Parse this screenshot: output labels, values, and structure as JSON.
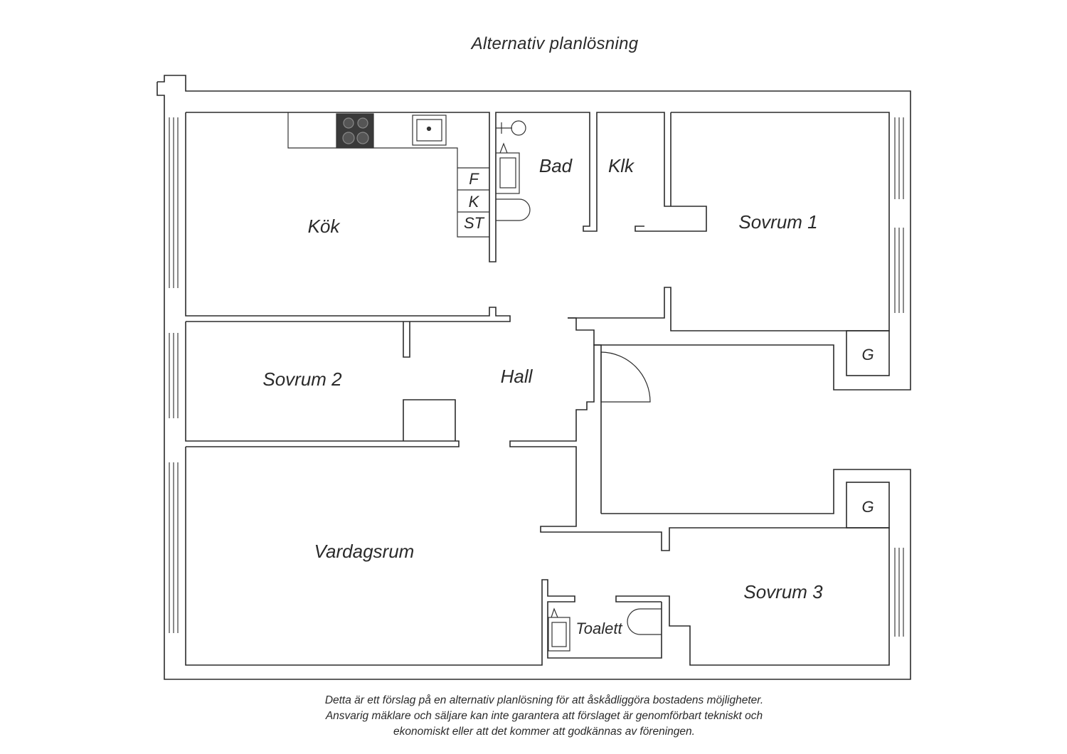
{
  "title": "Alternativ planlösning",
  "rooms": {
    "kok": "Kök",
    "bad": "Bad",
    "klk": "Klk",
    "sovrum1": "Sovrum 1",
    "sovrum2": "Sovrum 2",
    "hall": "Hall",
    "vardagsrum": "Vardagsrum",
    "sovrum3": "Sovrum 3",
    "toalett": "Toalett",
    "g_upper": "G",
    "g_lower": "G"
  },
  "kitchen_units": {
    "fridge": "F",
    "freezer": "K",
    "cabinet": "ST"
  },
  "disclaimer": [
    "Detta är ett förslag på en alternativ planlösning för att åskådliggöra bostadens möjligheter.",
    "Ansvarig mäklare och säljare kan inte garantera att förslaget är genomförbart tekniskt och",
    "ekonomiskt eller att det kommer att godkännas av föreningen."
  ]
}
